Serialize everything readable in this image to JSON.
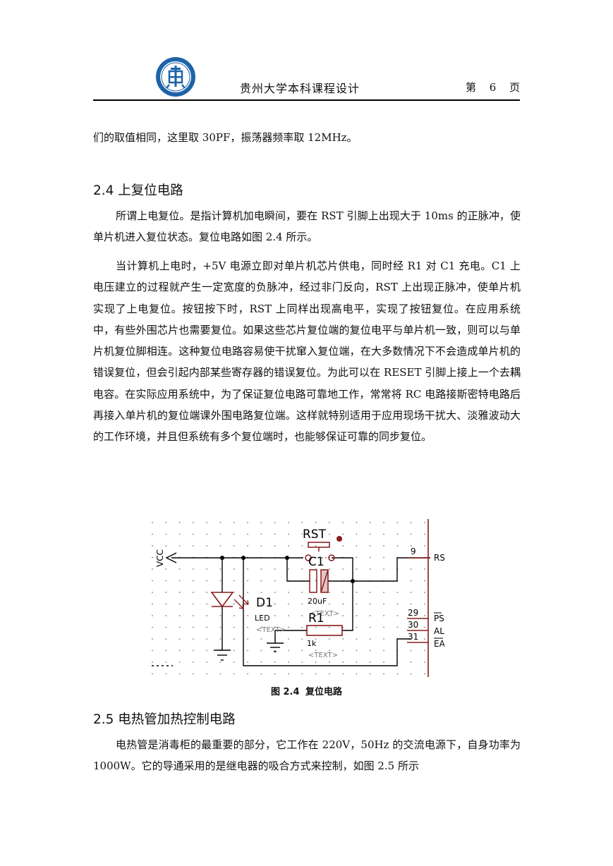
{
  "header": {
    "title": "贵州大学本科课程设计",
    "page_prefix": "第",
    "page_number": "6",
    "page_suffix": "页"
  },
  "paragraphs": {
    "p0": "们的取值相同，这里取 30PF，振荡器频率取 12MHz。",
    "p1": "所谓上电复位。是指计算机加电瞬间，要在 RST 引脚上出现大于 10ms 的正脉冲，使单片机进入复位状态。复位电路如图 2.4 所示。",
    "p2": "当计算机上电时，+5V 电源立即对单片机芯片供电，同时经 R1 对 C1 充电。C1 上电压建立的过程就产生一定宽度的负脉冲，经过非门反向，RST 上出现正脉冲，使单片机实现了上电复位。按钮按下时，RST 上同样出现高电平，实现了按钮复位。在应用系统中，有些外围芯片也需要复位。如果这些芯片复位端的复位电平与单片机一致，则可以与单片机复位脚相连。这种复位电路容易使干扰窜入复位端，在大多数情况下不会造成单片机的错误复位，但会引起内部某些寄存器的错误复位。为此可以在 RESET 引脚上接上一个去耦电容。在实际应用系统中，为了保证复位电路可靠地工作，常常将 RC 电路接斯密特电路后再接入单片机的复位端课外围电路复位端。这样就特别适用于应用现场干扰大、淡雅波动大的工作环境，并且但系统有多个复位端时，也能够保证可靠的同步复位。",
    "p3": "电热管是消毒柜的最重要的部分，它工作在 220V，50Hz 的交流电源下，自身功率为 1000W。它的导通采用的是继电器的吸合方式来控制，如图 2.5 所示"
  },
  "headings": {
    "h24": "2.4 上复位电路",
    "h25": "2.5 电热管加热控制电路"
  },
  "figure": {
    "labels": {
      "vcc": "VCC",
      "rst_button": "RST",
      "c1": "C1",
      "c1_value": "20uF",
      "c1_text": "<TEXT>",
      "d1": "D1",
      "d1_type": "LED",
      "d1_text": "<TEXT>",
      "r1": "R1",
      "r1_value": "1k",
      "r1_text": "<TEXT>",
      "pin9": "9",
      "pin29": "29",
      "pin30": "30",
      "pin31": "31",
      "rst_pin": "RST",
      "psen_pin": "PSEN",
      "ale_pin": "ALE",
      "ea_pin": "EA"
    },
    "caption_prefix": "图 2.4",
    "caption_text": "复位电路"
  },
  "colors": {
    "wire": "#000000",
    "component": "#8b1a1a",
    "grid_dot": "#777777",
    "logo": "#1e63a8"
  }
}
